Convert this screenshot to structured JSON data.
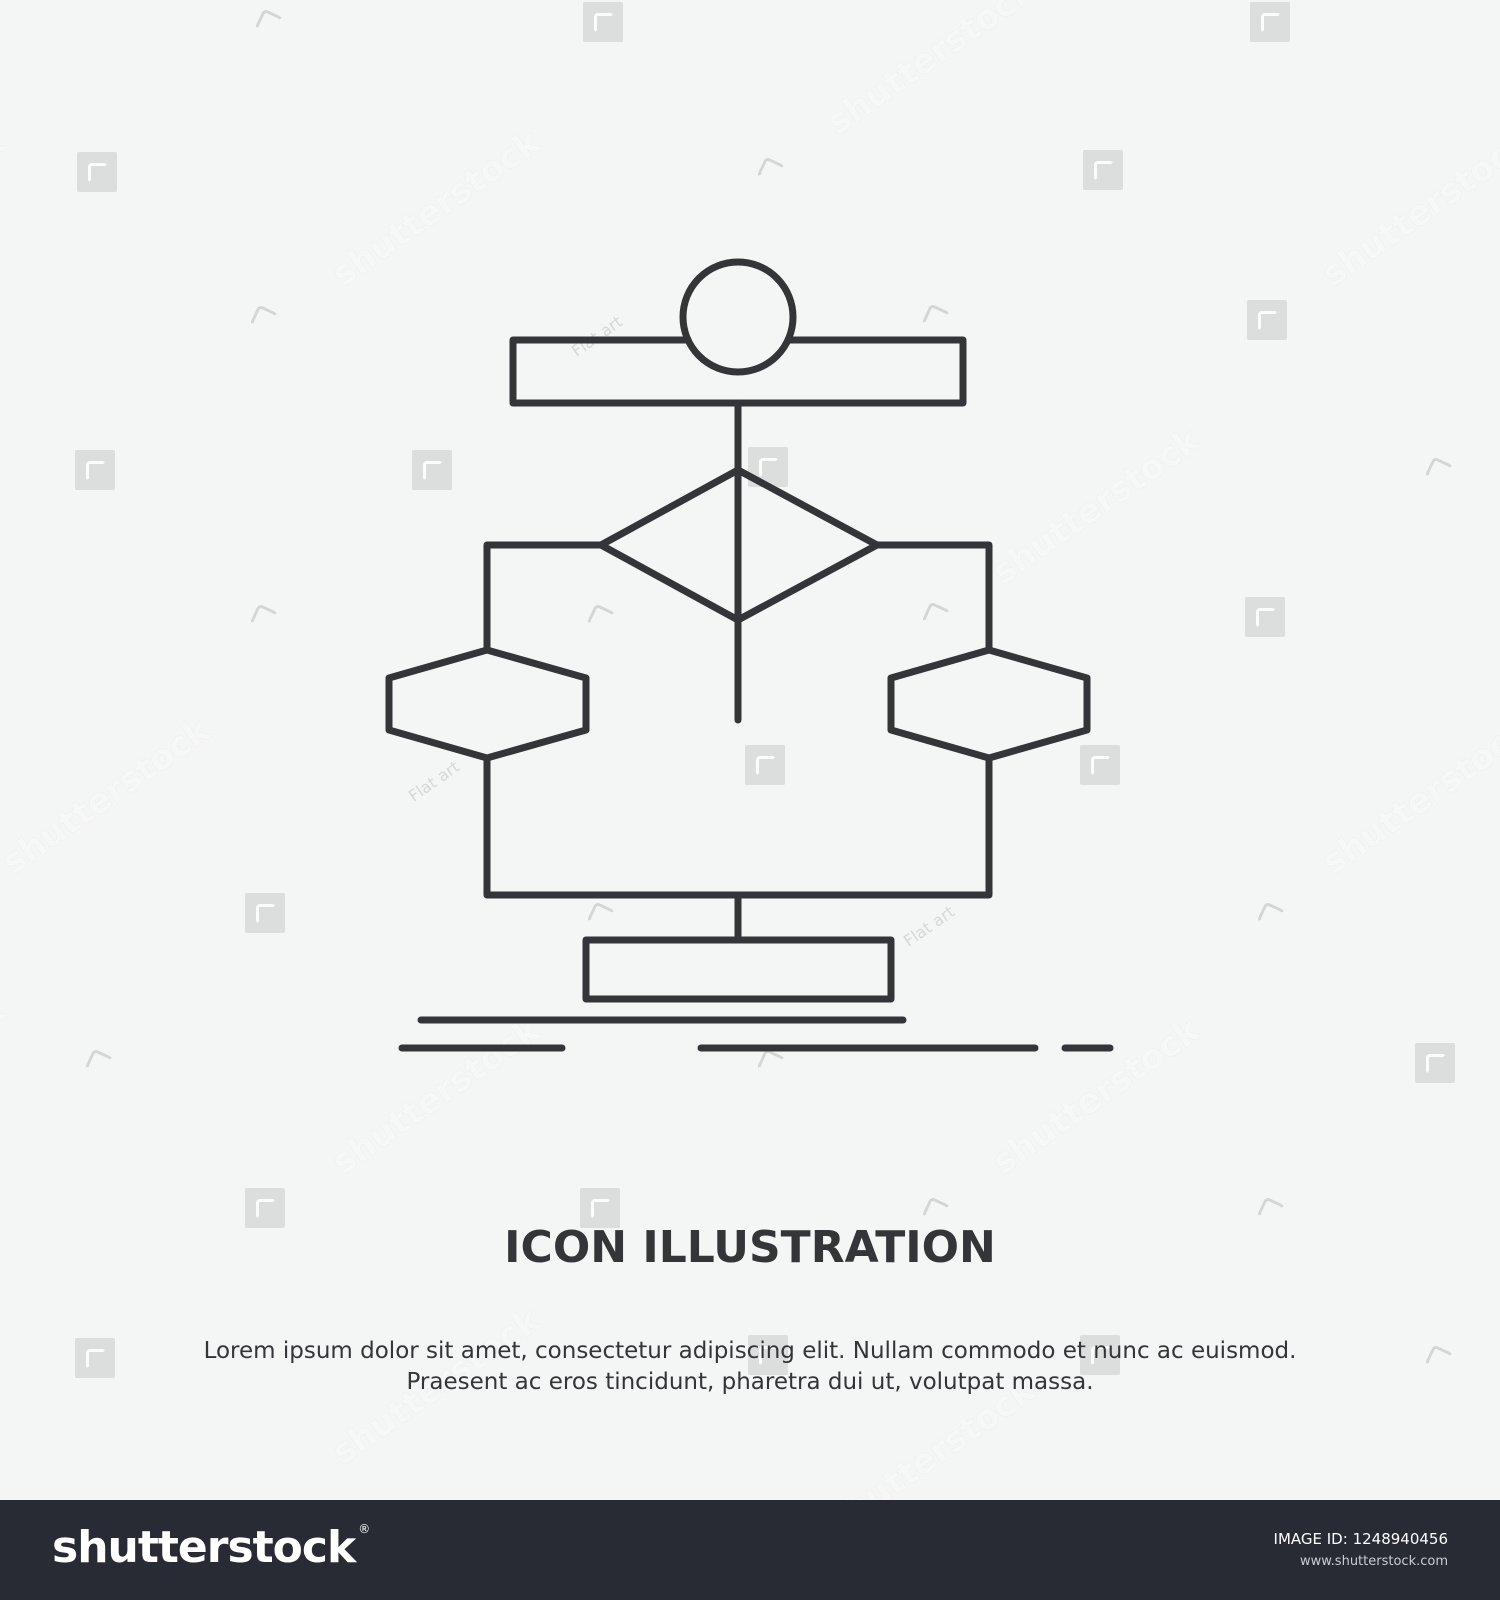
{
  "illustration": {
    "title": "ICON ILLUSTRATION",
    "body_line1": "Lorem ipsum dolor sit amet, consectetur adipiscing elit. Nullam commodo et nunc ac euismod.",
    "body_line2": "Praesent ac eros tincidunt, pharetra dui ut, volutpat massa.",
    "stroke_color": "#333538",
    "background_color": "#f4f5f5",
    "icon": "algorithm-flowchart-icon"
  },
  "watermark": {
    "text": "shutterstock",
    "small_text": "Flat art"
  },
  "footer": {
    "brand": "shutterstock",
    "brand_mark": "®",
    "image_id_label": "IMAGE ID:",
    "image_id": "1248940456",
    "url": "www.shutterstock.com",
    "background_color": "#282b33"
  }
}
